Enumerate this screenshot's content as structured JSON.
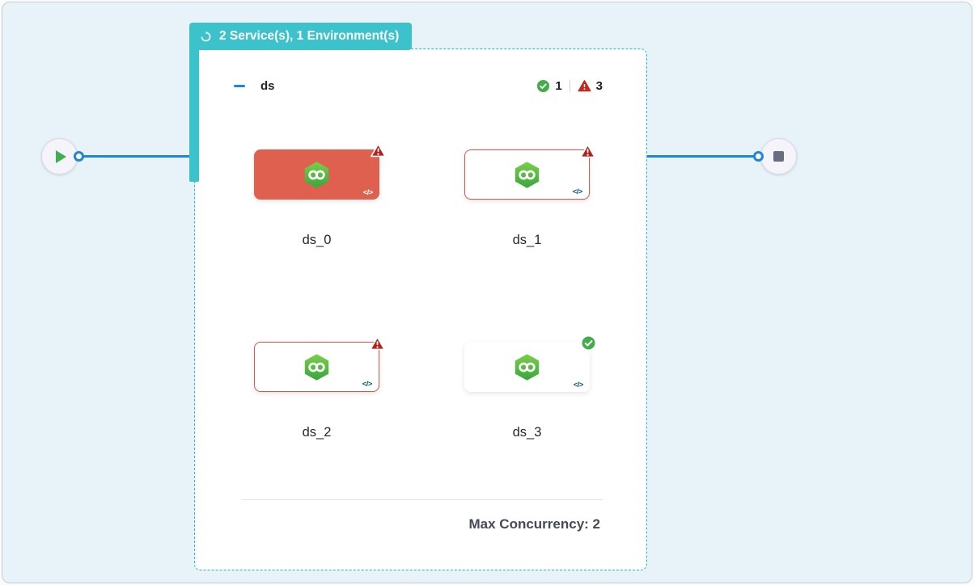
{
  "canvas": {
    "background": "#e7f3f8"
  },
  "badge": {
    "icon": "loop-icon",
    "label": "2 Service(s), 1 Environment(s)",
    "color": "#3cc2cb"
  },
  "group": {
    "name": "ds",
    "border_color": "#15c1cf",
    "status": {
      "success_count": "1",
      "failed_count": "3",
      "success_color": "#43ad4b",
      "failed_color": "#c9271d"
    },
    "steps": [
      {
        "label": "ds_0",
        "state": "failed-selected",
        "badge": "warning"
      },
      {
        "label": "ds_1",
        "state": "failed",
        "badge": "warning"
      },
      {
        "label": "ds_2",
        "state": "failed",
        "badge": "warning"
      },
      {
        "label": "ds_3",
        "state": "success",
        "badge": "success"
      }
    ],
    "footer": {
      "max_concurrency": "Max Concurrency: 2"
    }
  },
  "icons": {
    "code": "</>"
  },
  "edges": {
    "color": "#1d86da"
  },
  "status_colors": {
    "success": "#43ad4b",
    "warning": "#b0231a",
    "failed_card_fill": "#e0604f"
  }
}
